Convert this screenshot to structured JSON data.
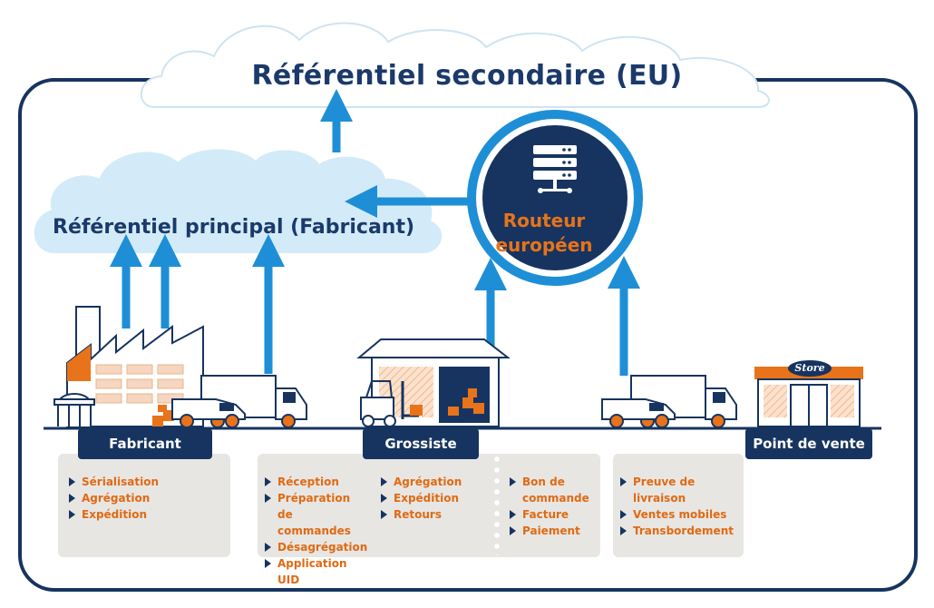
{
  "top_cloud": {
    "title": "Référentiel secondaire (EU)"
  },
  "main_cloud": {
    "title": "Référentiel principal (Fabricant)"
  },
  "router": {
    "line1": "Routeur",
    "line2": "européen"
  },
  "store_sign": "Store",
  "actors": [
    {
      "label": "Fabricant"
    },
    {
      "label": "Grossiste"
    },
    {
      "label": "Point de vente"
    }
  ],
  "panels": {
    "fabricant": [
      "Sérialisation",
      "Agrégation",
      "Expédition"
    ],
    "grossiste_col1": [
      "Réception",
      "Préparation de commandes",
      "Désagrégation",
      "Application UID"
    ],
    "grossiste_col2": [
      "Agrégation",
      "Expédition",
      "Retours"
    ],
    "grossiste_col3": [
      "Bon de commande",
      "Facture",
      "Paiement"
    ],
    "transport": [
      "Preuve de livraison",
      "Ventes mobiles",
      "Transbordement"
    ]
  },
  "colors": {
    "navy": "#16345f",
    "flow_blue": "#1e8fd6",
    "orange": "#e8731a",
    "cloud": "#d3ebf8",
    "panel_grey": "#e8e6e3"
  },
  "icons": [
    "server-icon",
    "factory-icon",
    "truck-icon",
    "van-icon",
    "warehouse-icon",
    "forklift-icon",
    "store-icon",
    "arrow-up-icon",
    "arrow-left-icon"
  ]
}
